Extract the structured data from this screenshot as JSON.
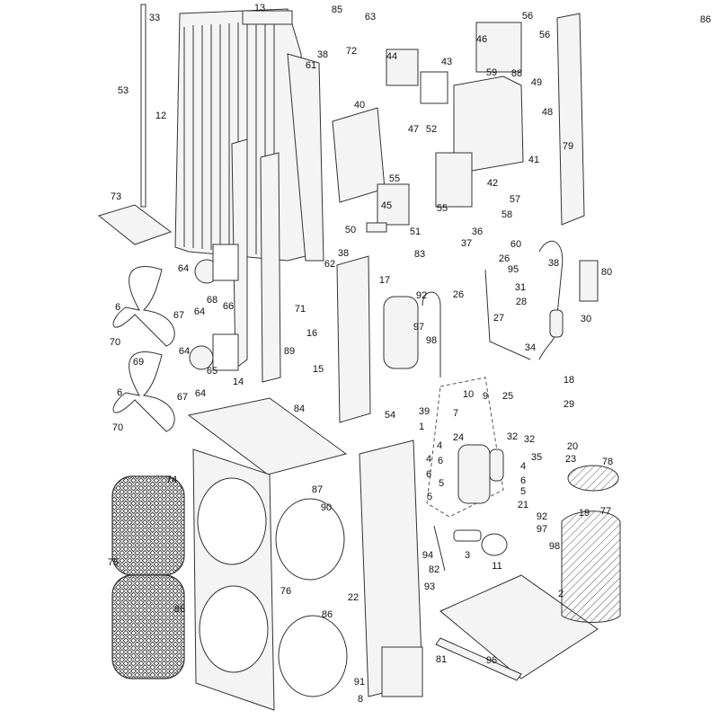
{
  "title": "Outdoor unit exploded parts diagram",
  "part_labels": [
    "13",
    "33",
    "85",
    "63",
    "56",
    "56",
    "86",
    "46",
    "61",
    "38",
    "72",
    "44",
    "43",
    "59",
    "88",
    "49",
    "53",
    "12",
    "40",
    "48",
    "47",
    "52",
    "41",
    "79",
    "55",
    "55",
    "42",
    "57",
    "58",
    "73",
    "45",
    "50",
    "51",
    "37",
    "36",
    "60",
    "38",
    "62",
    "38",
    "83",
    "26",
    "95",
    "80",
    "64",
    "68",
    "17",
    "92",
    "26",
    "31",
    "28",
    "27",
    "71",
    "66",
    "64",
    "67",
    "6",
    "70",
    "16",
    "97",
    "98",
    "30",
    "34",
    "89",
    "64",
    "69",
    "65",
    "15",
    "14",
    "67",
    "64",
    "6",
    "70",
    "18",
    "25",
    "29",
    "10",
    "9",
    "7",
    "39",
    "54",
    "84",
    "24",
    "1",
    "32",
    "32",
    "20",
    "23",
    "4",
    "6",
    "4",
    "6",
    "5",
    "5",
    "4",
    "6",
    "5",
    "35",
    "78",
    "74",
    "87",
    "90",
    "21",
    "19",
    "92",
    "97",
    "77",
    "98",
    "3",
    "11",
    "94",
    "82",
    "75",
    "2",
    "93",
    "22",
    "76",
    "86",
    "86",
    "81",
    "96",
    "91",
    "8"
  ]
}
